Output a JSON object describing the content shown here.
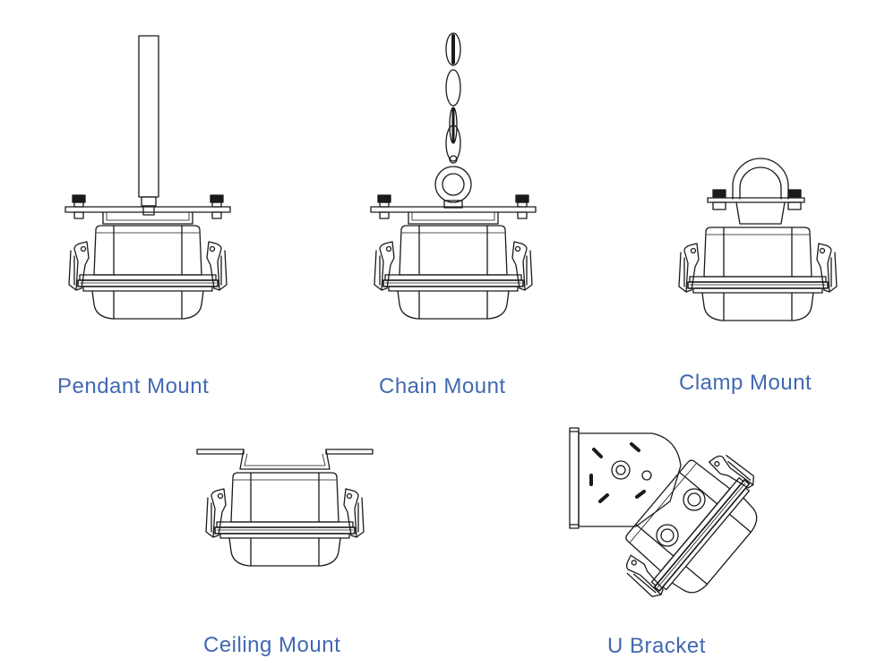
{
  "colors": {
    "caption": "#4169b1",
    "line": "#1a1a1a"
  },
  "mounts": [
    {
      "id": "pendant",
      "label": "Pendant Mount"
    },
    {
      "id": "chain",
      "label": "Chain Mount"
    },
    {
      "id": "clamp",
      "label": "Clamp Mount"
    },
    {
      "id": "ceiling",
      "label": "Ceiling Mount"
    },
    {
      "id": "ubracket",
      "label": "U Bracket"
    }
  ]
}
